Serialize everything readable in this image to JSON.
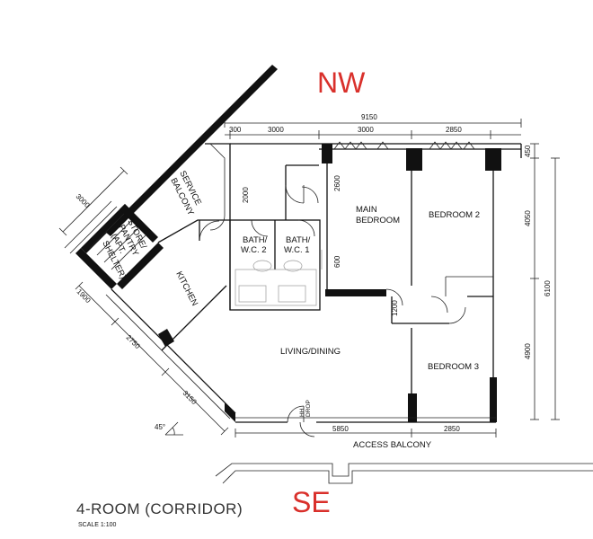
{
  "compass": {
    "north": "NW",
    "south": "SE"
  },
  "title": "4-ROOM (CORRIDOR)",
  "scale": "SCALE 1:100",
  "angle": "45°",
  "rooms": {
    "service_balcony": [
      "SERVICE",
      "BALCONY"
    ],
    "store": [
      "STORE/",
      "PANTRY",
      "(APT.",
      "SHELTER)"
    ],
    "kitchen": "KITCHEN",
    "bath2": [
      "BATH/",
      "W.C. 2"
    ],
    "bath1": [
      "BATH/",
      "W.C. 1"
    ],
    "main_bedroom": [
      "MAIN",
      "BEDROOM"
    ],
    "bedroom2": "BEDROOM 2",
    "bedroom3": "BEDROOM 3",
    "living": "LIVING/DINING",
    "access_balcony": "ACCESS BALCONY",
    "hh": [
      "HH",
      "DROP"
    ]
  },
  "dimensions": {
    "top_total": "9150",
    "top_300": "300",
    "top_3000a": "3000",
    "top_3000b": "3000",
    "top_2850": "2850",
    "right_450": "450",
    "right_4050": "4050",
    "right_6100": "6100",
    "right_4900": "4900",
    "bottom_5850": "5850",
    "bottom_2850": "2850",
    "left_3000": "3000",
    "left_1900": "1900",
    "left_2750": "2750",
    "left_3150": "3150",
    "int_2000": "2000",
    "int_2600": "2600",
    "int_600": "600",
    "int_1200": "1200"
  }
}
